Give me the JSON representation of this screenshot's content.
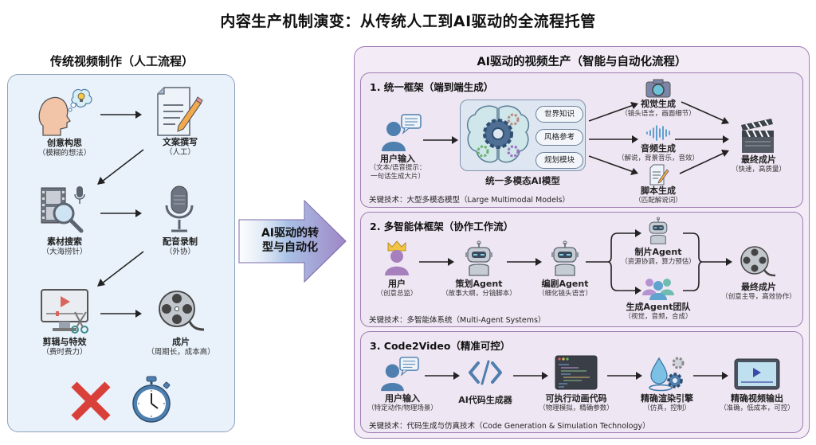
{
  "title": "内容生产机制演变：从传统人工到AI驱动的全流程托管",
  "traditional": {
    "heading": "传统视频制作（人工流程）",
    "steps": [
      {
        "title": "创意构思",
        "sub": "（模糊的想法）",
        "icon": "head-idea-icon"
      },
      {
        "title": "文案撰写",
        "sub": "（人工）",
        "icon": "document-pencil-icon"
      },
      {
        "title": "素材搜索",
        "sub": "（大海捞针）",
        "icon": "film-search-icon"
      },
      {
        "title": "配音录制",
        "sub": "（外协）",
        "icon": "microphone-icon"
      },
      {
        "title": "剪辑与特效",
        "sub": "（费时费力）",
        "icon": "monitor-scissors-icon"
      },
      {
        "title": "成片",
        "sub": "（周期长，成本高）",
        "icon": "film-reel-icon"
      }
    ],
    "footer_icons": [
      "red-x-icon",
      "stopwatch-icon"
    ]
  },
  "transition": {
    "label_line1": "AI驱动的转",
    "label_line2": "型与自动化"
  },
  "ai": {
    "heading": "AI驱动的视频生产（智能与自动化流程）",
    "sections": [
      {
        "title": "1. 统一框架（端到端生成）",
        "user": {
          "title": "用户输入",
          "sub1": "（文本/语音提示：",
          "sub2": "一句话生成大片）"
        },
        "model": {
          "label": "统一多模态AI模型",
          "pills": [
            "世界知识",
            "风格参考",
            "规划模块"
          ]
        },
        "outputs": [
          {
            "title": "视觉生成",
            "sub": "（镜头语言，画面细节）"
          },
          {
            "title": "音频生成",
            "sub": "（解说，背景音乐，音效）"
          },
          {
            "title": "脚本生成",
            "sub": "（匹配解说词）"
          }
        ],
        "final": {
          "title": "最终成片",
          "sub": "（快速，高质量）"
        },
        "key_tech": "关键技术：大型多模态模型（Large Multimodal Models）"
      },
      {
        "title": "2. 多智能体框架（协作工作流）",
        "user": {
          "title": "用户",
          "sub": "（创意总监）"
        },
        "agents": [
          {
            "title": "策划Agent",
            "sub": "（故事大纲，分镜脚本）"
          },
          {
            "title": "编剧Agent",
            "sub": "（细化镜头语言）"
          }
        ],
        "branches": [
          {
            "title": "制片Agent",
            "sub": "（资源协调，算力预估）"
          },
          {
            "title": "生成Agent团队",
            "sub": "（视觉，音频，合成）"
          }
        ],
        "final": {
          "title": "最终成片",
          "sub": "（创意主导，高效协作）"
        },
        "key_tech": "关键技术：多智能体系统（Multi-Agent Systems）"
      },
      {
        "title": "3. Code2Video（精准可控）",
        "steps": [
          {
            "title": "用户输入",
            "sub": "（特定动作/物理场景）"
          },
          {
            "title": "AI代码生成器",
            "sub": ""
          },
          {
            "title": "可执行动画代码",
            "sub": "（物理模拟，精确参数）"
          },
          {
            "title": "精确渲染引擎",
            "sub": "（仿真，控制）"
          },
          {
            "title": "精确视频输出",
            "sub": "（准确，低成本，可控）"
          }
        ],
        "key_tech": "关键技术：代码生成与仿真技术（Code Generation & Simulation Technology）"
      }
    ]
  },
  "colors": {
    "left_bg": "#e9f1fa",
    "left_border": "#8fa3bb",
    "right_bg": "#f3ecf6",
    "right_border": "#a07bb5",
    "x_red": "#d9403a",
    "icon_blue": "#4f7fae",
    "icon_gray": "#5b6470"
  }
}
